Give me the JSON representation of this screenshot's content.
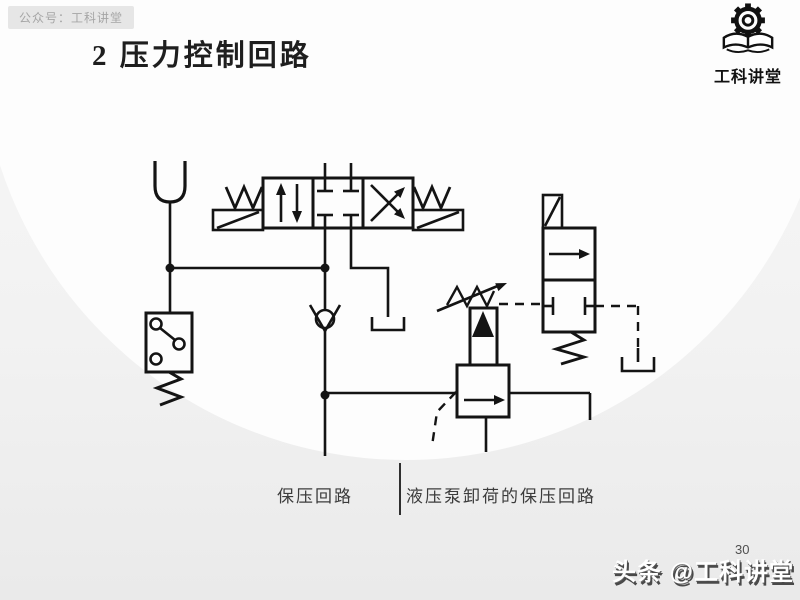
{
  "slide": {
    "badge": "公众号：工科讲堂",
    "title": "2  压力控制回路",
    "page_number": "30"
  },
  "logo": {
    "name": "工科讲堂",
    "icon": "gear-open-book-logo"
  },
  "captions": {
    "left": "保压回路",
    "right": "液压泵卸荷的保压回路"
  },
  "watermark": "头条 @工科讲堂",
  "colors": {
    "schematic_line": "#141414",
    "panel_white": "#fdfdfd",
    "bg_gray": "#efefef",
    "badge_bg": "#e6e6e6",
    "badge_text": "#a5a5a5",
    "caption_text": "#3c3c3c",
    "watermark_fill": "#ffffff",
    "watermark_shadow": "#4a4a4a"
  },
  "diagram": {
    "type": "hydraulic-circuit-schematic",
    "components": [
      {
        "name": "accumulator",
        "label": "accumulator (capsule, clipped)"
      },
      {
        "name": "pressure-switch",
        "label": "pressure switch with spring"
      },
      {
        "name": "directional-valve-4-3",
        "label": "4/3 solenoid directional valve, closed center, spring centered"
      },
      {
        "name": "check-valve",
        "label": "check valve, free flow upward"
      },
      {
        "name": "tank-drain-left",
        "label": "tank symbol under directional valve"
      },
      {
        "name": "pilot-relief-valve",
        "label": "pilot-operated relief valve with adjustable spring"
      },
      {
        "name": "unloading-solenoid-valve-2-2",
        "label": "2/2 solenoid unloading valve, spring return"
      },
      {
        "name": "tank-drain-right",
        "label": "tank symbol on dashed drain line"
      }
    ]
  }
}
